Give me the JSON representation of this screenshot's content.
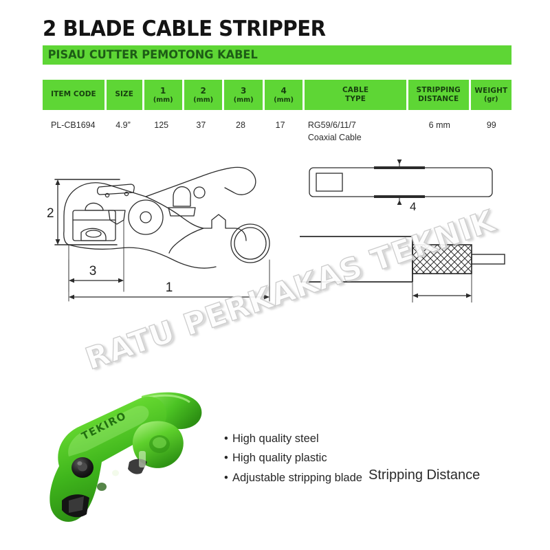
{
  "header": {
    "title": "2 BLADE CABLE STRIPPER",
    "subtitle": "PISAU CUTTER PEMOTONG KABEL",
    "accent_color": "#5ed635",
    "subtitle_text_color": "#1d5c16"
  },
  "spec_table": {
    "columns": [
      {
        "label": "ITEM CODE",
        "unit": ""
      },
      {
        "label": "SIZE",
        "unit": ""
      },
      {
        "label": "1",
        "unit": "(mm)"
      },
      {
        "label": "2",
        "unit": "(mm)"
      },
      {
        "label": "3",
        "unit": "(mm)"
      },
      {
        "label": "4",
        "unit": "(mm)"
      },
      {
        "label": "CABLE",
        "label2": "TYPE",
        "unit": ""
      },
      {
        "label": "STRIPPING",
        "label2": "DISTANCE",
        "unit": ""
      },
      {
        "label": "WEIGHT",
        "unit": "(gr)"
      }
    ],
    "rows": [
      {
        "item_code": "PL-CB1694",
        "size": "4.9”",
        "dim1": "125",
        "dim2": "37",
        "dim3": "28",
        "dim4": "17",
        "cable_type_line1": "RG59/6/11/7",
        "cable_type_line2": "Coaxial Cable",
        "stripping_distance": "6 mm",
        "weight": "99"
      }
    ]
  },
  "diagrams": {
    "side_view": {
      "name": "cable stripper side view",
      "dimension_labels": {
        "length": "1",
        "height": "2",
        "head": "3"
      }
    },
    "top_view": {
      "name": "cable stripper top view",
      "dimension_labels": {
        "thickness": "4"
      }
    },
    "coax_view": {
      "name": "coaxial cable stripping diagram",
      "caption": "Stripping Distance"
    }
  },
  "features": [
    "High quality steel",
    "High quality plastic",
    "Adjustable stripping blade"
  ],
  "product_photo": {
    "brand_text": "TEKIRO",
    "body_color": "#4fc72a"
  },
  "watermark": {
    "text": "RATU PERKAKAS TEKNIK"
  }
}
